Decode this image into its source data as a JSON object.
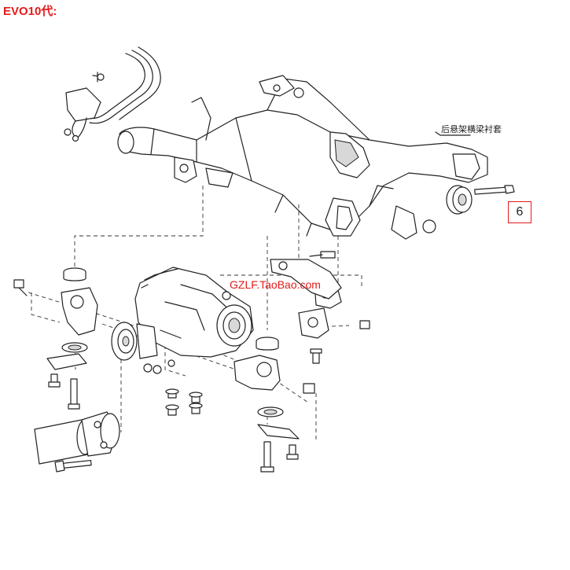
{
  "title": "EVO10代:",
  "callout_label": "后悬架横梁衬套",
  "part_number": "6",
  "watermark": "GZLF.TaoBao.com",
  "colors": {
    "accent": "#e41b1b",
    "line": "#222222"
  }
}
